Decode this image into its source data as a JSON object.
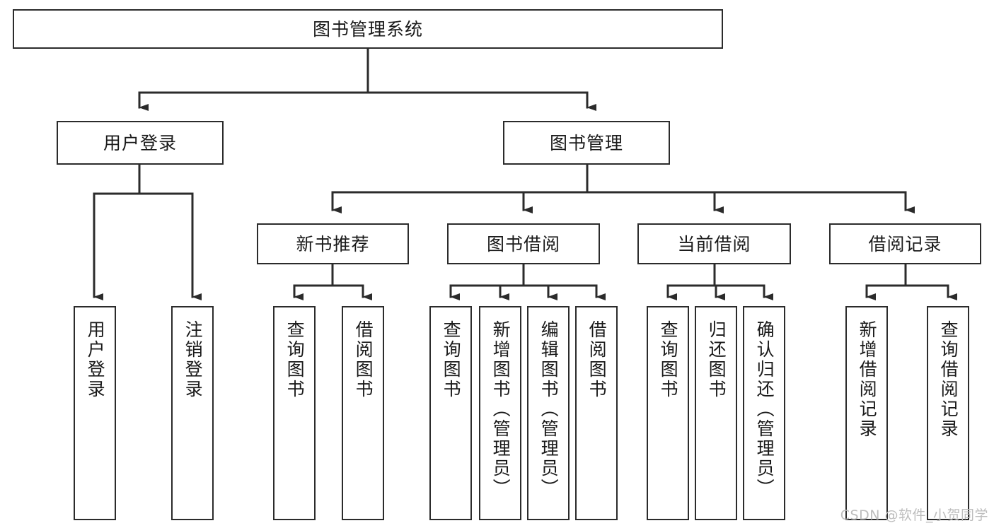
{
  "diagram": {
    "type": "tree-hierarchy",
    "title": "图书管理系统",
    "orientation": "top-down",
    "colors": {
      "node_stroke": "#2b2b2b",
      "node_fill": "#ffffff",
      "edge": "#2b2b2b",
      "text": "#1a1a1a",
      "watermark": "#bdbdbd",
      "background": "#ffffff"
    },
    "nodes": {
      "root": {
        "label": "图书管理系统",
        "level": 0
      },
      "level1": [
        {
          "id": "user-login",
          "label": "用户登录"
        },
        {
          "id": "book-manage",
          "label": "图书管理"
        }
      ],
      "level2": [
        {
          "id": "new-book-recommend",
          "label": "新书推荐",
          "parent": "book-manage"
        },
        {
          "id": "book-borrow",
          "label": "图书借阅",
          "parent": "book-manage"
        },
        {
          "id": "current-borrow",
          "label": "当前借阅",
          "parent": "book-manage"
        },
        {
          "id": "borrow-record",
          "label": "借阅记录",
          "parent": "book-manage"
        }
      ],
      "leaves": {
        "user-login": [
          {
            "id": "leaf-user-login",
            "label": "用户登录"
          },
          {
            "id": "leaf-logout",
            "label": "注销登录"
          }
        ],
        "new-book-recommend": [
          {
            "id": "leaf-query-book-1",
            "label": "查询图书"
          },
          {
            "id": "leaf-borrow-book-1",
            "label": "借阅图书"
          }
        ],
        "book-borrow": [
          {
            "id": "leaf-query-book-2",
            "label": "查询图书"
          },
          {
            "id": "leaf-add-book",
            "label": "新增图书（管理员）"
          },
          {
            "id": "leaf-edit-book",
            "label": "编辑图书（管理员）"
          },
          {
            "id": "leaf-borrow-book-2",
            "label": "借阅图书"
          }
        ],
        "current-borrow": [
          {
            "id": "leaf-query-book-3",
            "label": "查询图书"
          },
          {
            "id": "leaf-return-book",
            "label": "归还图书"
          },
          {
            "id": "leaf-confirm-return",
            "label": "确认归还（管理员）"
          }
        ],
        "borrow-record": [
          {
            "id": "leaf-add-record",
            "label": "新增借阅记录"
          },
          {
            "id": "leaf-query-record",
            "label": "查询借阅记录"
          }
        ]
      }
    },
    "watermark": "CSDN @软件_小贺同学"
  }
}
